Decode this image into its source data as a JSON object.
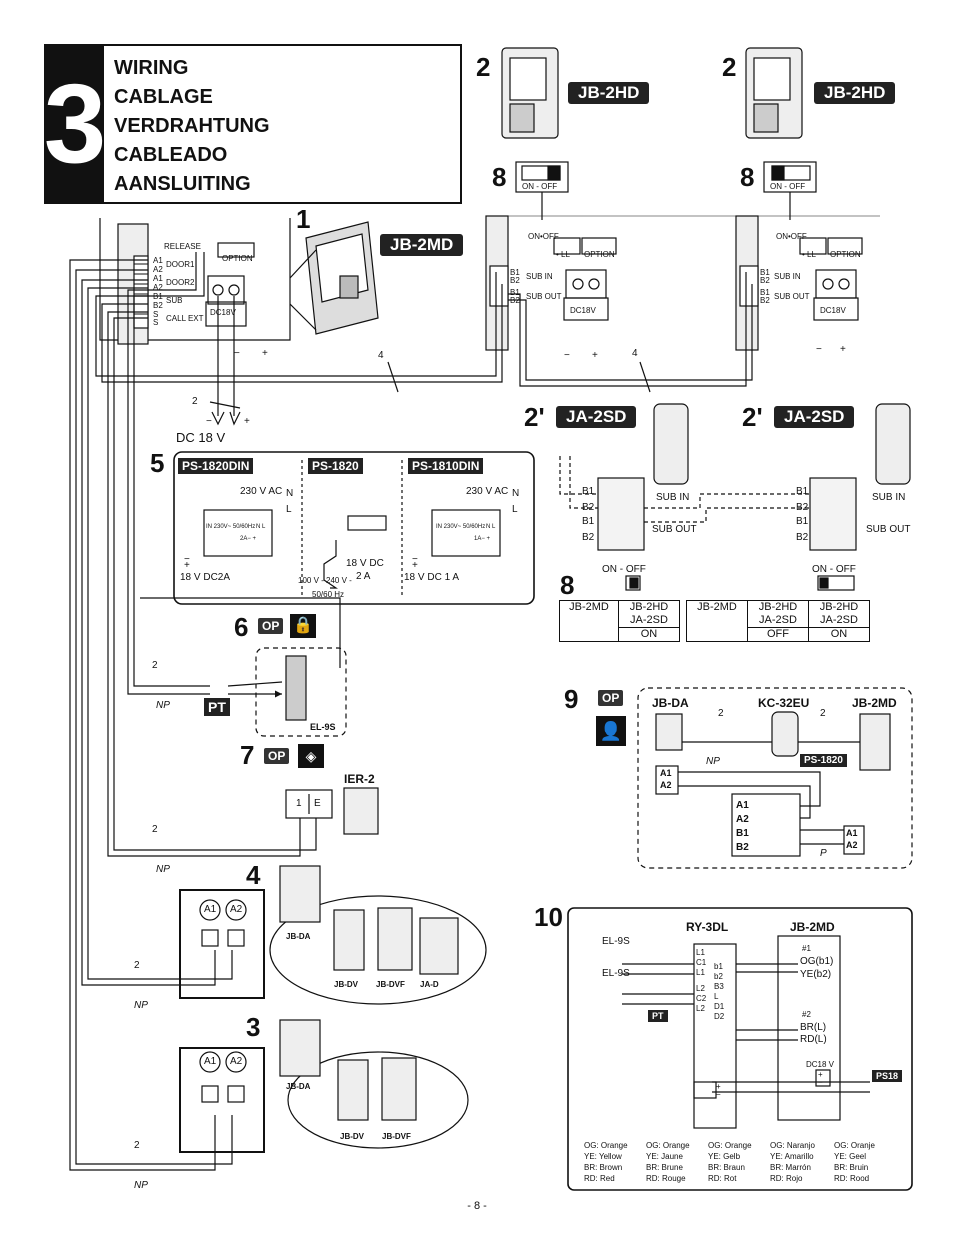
{
  "header": {
    "number": "3",
    "titles": [
      "WIRING",
      "CABLAGE",
      "VERDRAHTUNG",
      "CABLEADO",
      "AANSLUITING"
    ]
  },
  "models": {
    "jb2hd": "JB-2HD",
    "jb2md": "JB-2MD",
    "ja2sd": "JA-2SD"
  },
  "markers": {
    "n1": "1",
    "n2": "2",
    "n2p": "2'",
    "n3": "3",
    "n4": "4",
    "n5": "5",
    "n6": "6",
    "n7": "7",
    "n8": "8",
    "n9": "9",
    "n10": "10"
  },
  "switch_label": "ON - OFF",
  "master_terms": {
    "a1": "A1",
    "a2": "A2",
    "b1": "B1",
    "b2": "B2",
    "s": "S",
    "release": "RELEASE",
    "door1": "DOOR1",
    "door2": "DOOR2",
    "sub": "SUB",
    "call_ext": "CALL EXT",
    "option": "OPTION",
    "dc18v": "DC18V",
    "onoff": "ON•OFF",
    "ll": "• LL"
  },
  "sub_terms": {
    "sub_in": "SUB IN",
    "sub_out": "SUB OUT"
  },
  "wires": {
    "two": "2",
    "four": "4",
    "np": "NP",
    "minus": "−",
    "plus": "+",
    "dc18v": "DC 18 V"
  },
  "ps": {
    "ps1820din": "PS-1820DIN",
    "ps1820": "PS-1820",
    "ps1810din": "PS-1810DIN",
    "ac230": "230 V AC",
    "n": "N",
    "l": "L",
    "in_rating": "IN 230V~ 50/60Hz",
    "nl": "N L",
    "out_2a": "2A− +",
    "out_1a": "1A− +",
    "dc2a": "18 V DC2A",
    "dc2a_b": "18 V DC",
    "dc2a_c": "2 A",
    "ac_range": "100 V - 240 V -",
    "hz": "50/60 Hz",
    "dc1a": "18 V DC 1 A"
  },
  "lock": {
    "op": "OP",
    "pt": "PT",
    "el9s": "EL-9S"
  },
  "ier": {
    "ier2": "IER-2",
    "t1": "1",
    "te": "E"
  },
  "doorstations": {
    "jbda": "JB-DA",
    "jbdv": "JB-DV",
    "jbdvf": "JB-DVF",
    "jad": "JA-D",
    "a1": "A1",
    "a2": "A2"
  },
  "table": {
    "left": {
      "c1": "JB-2MD",
      "c2a": "JB-2HD",
      "c2b": "JA-2SD",
      "v": "ON"
    },
    "right": {
      "c1": "JB-2MD",
      "c2a": "JB-2HD",
      "c2b": "JA-2SD",
      "v2": "OFF",
      "c3a": "JB-2HD",
      "c3b": "JA-2SD",
      "v3": "ON"
    }
  },
  "s9": {
    "jbda": "JB-DA",
    "kc32eu": "KC-32EU",
    "jb2md": "JB-2MD",
    "ps1820": "PS-1820",
    "a1": "A1",
    "a2": "A2",
    "b1": "B1",
    "b2": "B2",
    "two": "2",
    "np": "NP",
    "p": "P"
  },
  "s10": {
    "ry3dl": "RY-3DL",
    "jb2md": "JB-2MD",
    "el9s": "EL-9S",
    "pt": "PT",
    "ps18": "PS18",
    "l1": "L1",
    "c1": "C1",
    "l2": "L2",
    "c2": "C2",
    "b1": "b1",
    "b2": "b2",
    "b3": "B3",
    "l": "L",
    "d1": "D1",
    "d2": "D2",
    "n1": "#1",
    "og": "OG(b1)",
    "ye": "YE(b2)",
    "n2": "#2",
    "br": "BR(L)",
    "rd": "RD(L)",
    "dc18v": "DC18 V",
    "legend": [
      [
        "OG: Orange",
        "YE: Yellow",
        "BR: Brown",
        "RD: Red"
      ],
      [
        "OG: Orange",
        "YE: Jaune",
        "BR: Brune",
        "RD: Rouge"
      ],
      [
        "OG: Orange",
        "YE: Gelb",
        "BR: Braun",
        "RD: Rot"
      ],
      [
        "OG: Naranjo",
        "YE: Amarillo",
        "BR: Marrón",
        "RD: Rojo"
      ],
      [
        "OG: Oranje",
        "YE: Geel",
        "BR: Bruin",
        "RD: Rood"
      ]
    ]
  },
  "page_number": "- 8 -"
}
